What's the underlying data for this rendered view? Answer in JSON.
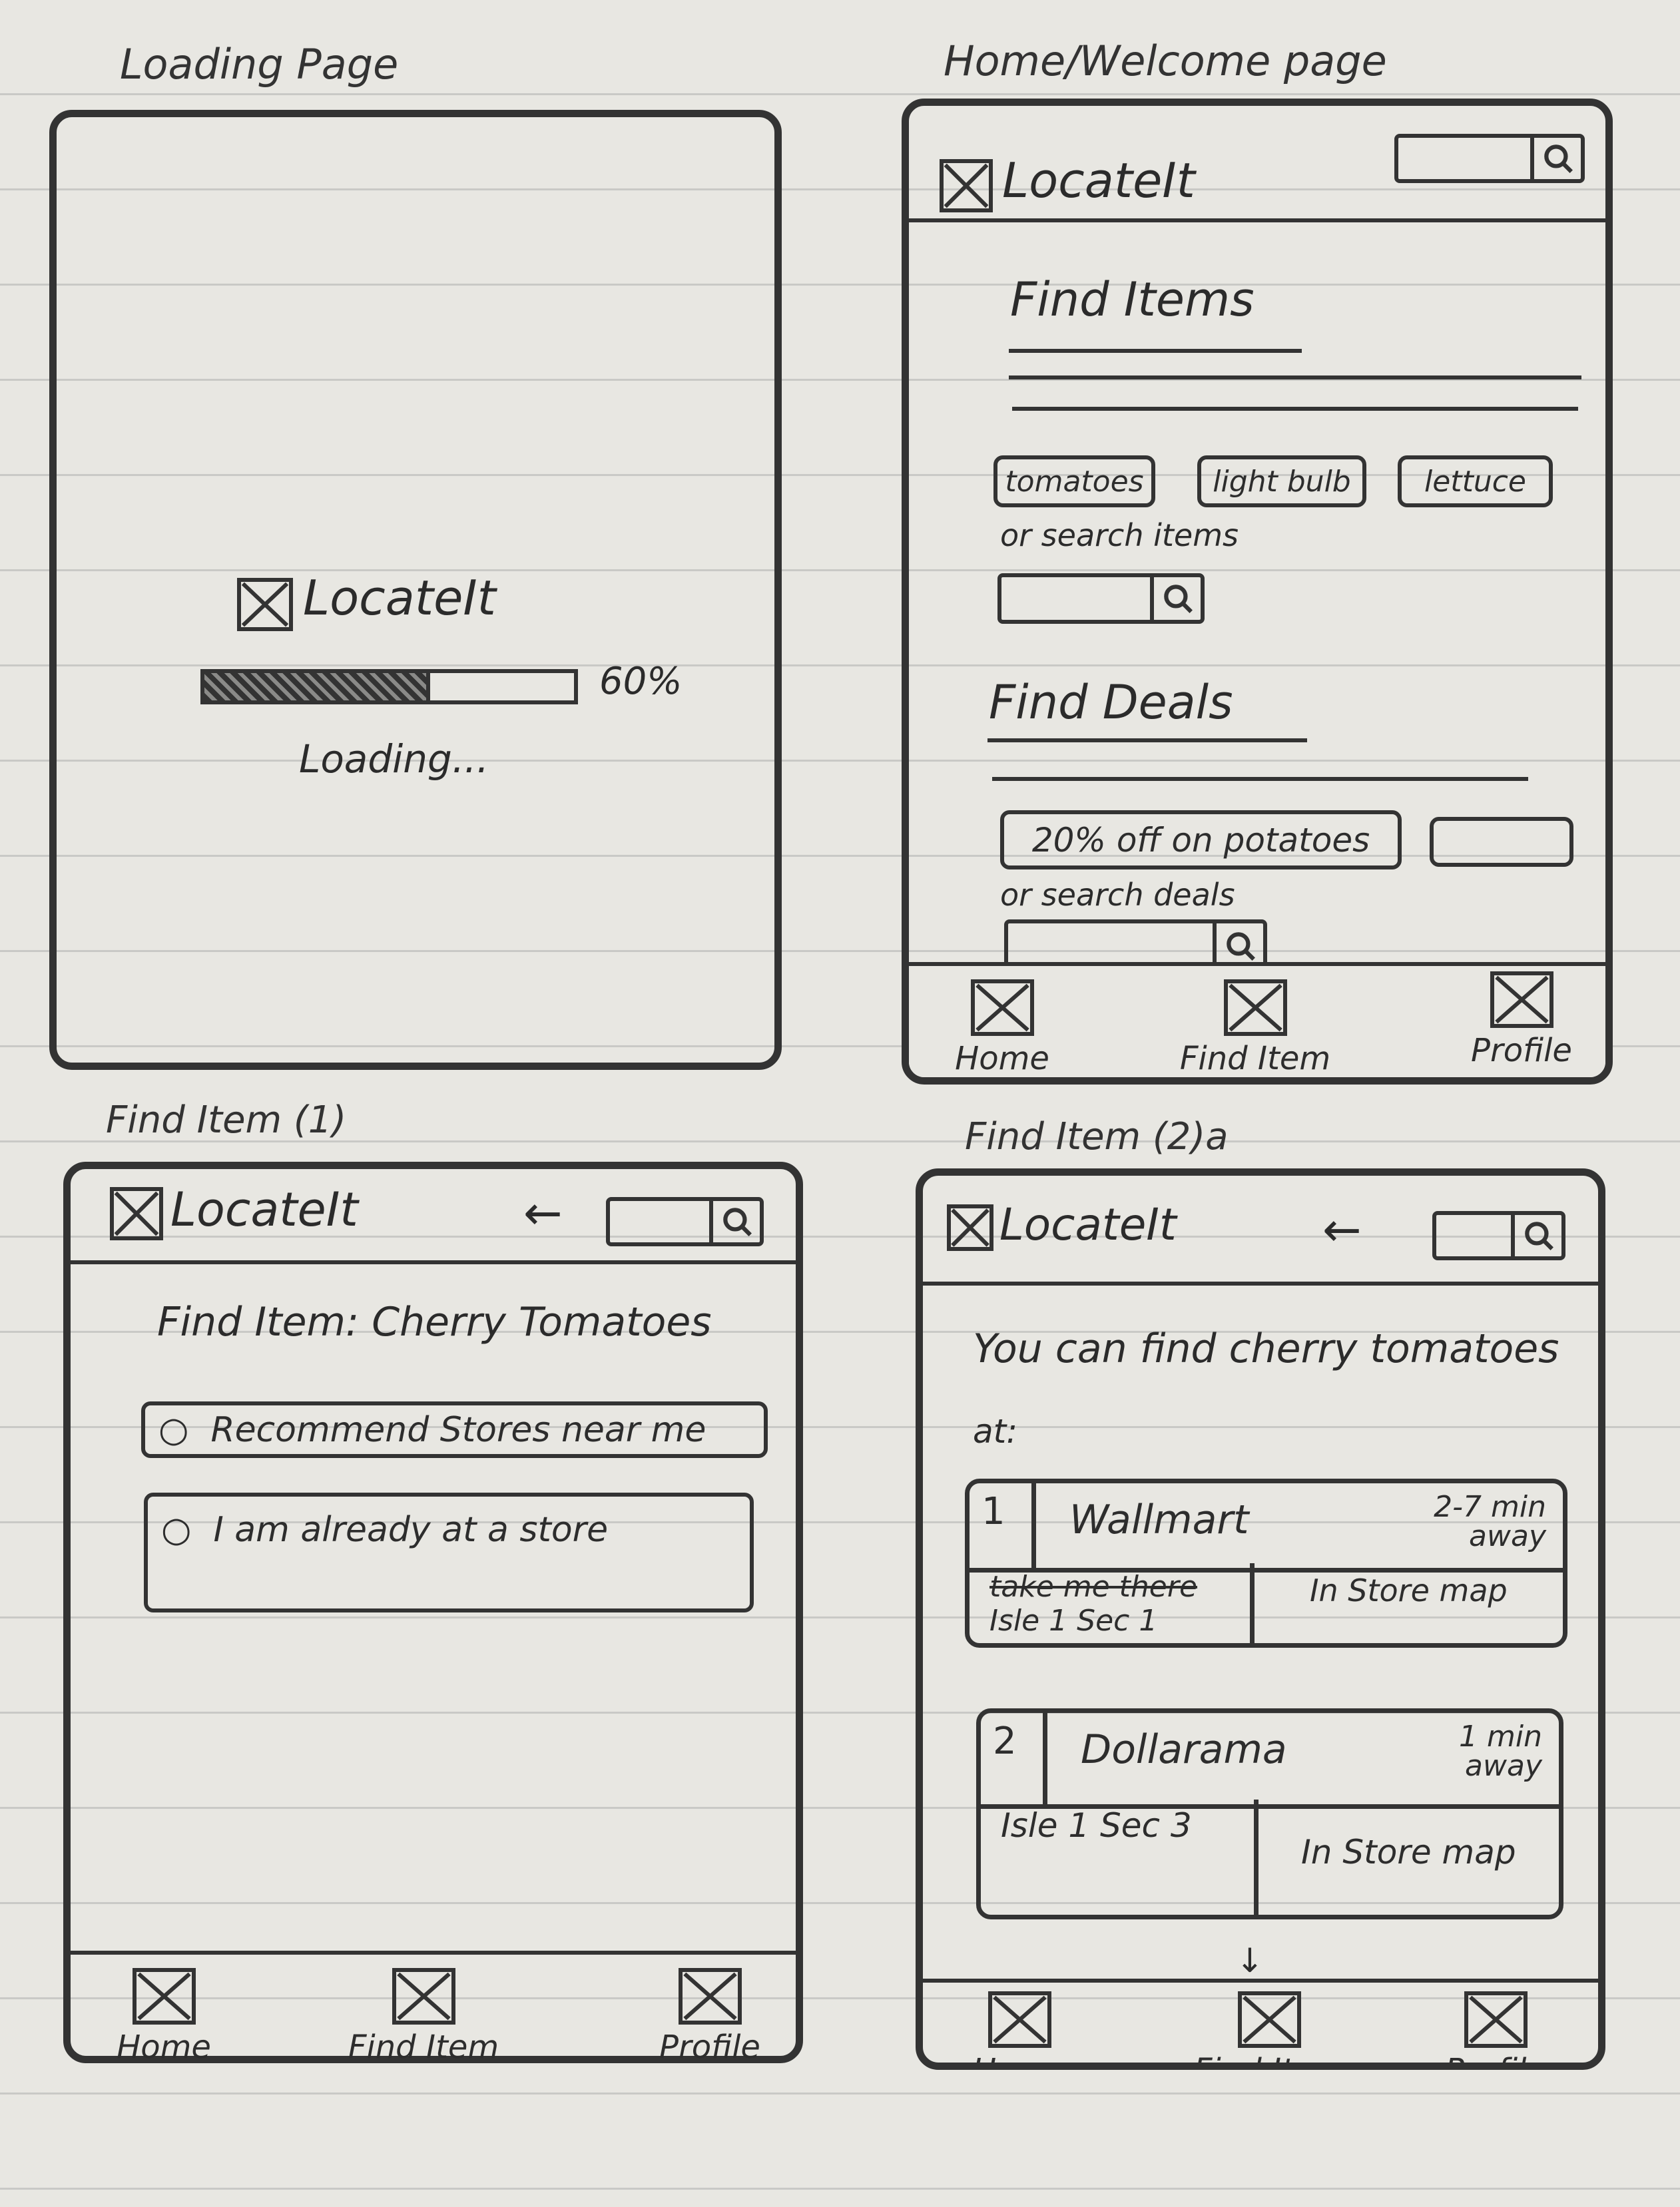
{
  "screens": {
    "loading": {
      "title": "Loading Page",
      "logo_text": "LocateIt",
      "progress_percent": 60,
      "progress_label": "60%",
      "status_text": "Loading..."
    },
    "home": {
      "title": "Home/Welcome page",
      "logo_text": "LocateIt",
      "find_items_heading": "Find Items",
      "item_chips": [
        "tomatoes",
        "light bulb",
        "lettuce"
      ],
      "search_items_label": "or search items",
      "find_deals_heading": "Find Deals",
      "deal_chip": "20% off on potatoes",
      "search_deals_label": "or search deals"
    },
    "find_item_1": {
      "title": "Find Item (1)",
      "logo_text": "LocateIt",
      "heading": "Find Item: Cherry Tomatoes",
      "options": [
        "Recommend Stores near me",
        "I am already at a store"
      ]
    },
    "find_item_2a": {
      "title": "Find Item (2)a",
      "logo_text": "LocateIt",
      "intro_line1": "You can find cherry tomatoes",
      "intro_line2": "at:",
      "results": [
        {
          "rank": "1",
          "store": "Wallmart",
          "distance": "2-7 min away",
          "struck_text": "take me there",
          "location": "Isle 1 Sec 1",
          "map_label": "In Store map"
        },
        {
          "rank": "2",
          "store": "Dollarama",
          "distance": "1 min away",
          "location": "Isle 1 Sec 3",
          "map_label": "In Store map"
        }
      ]
    }
  },
  "nav": {
    "home": "Home",
    "find_item": "Find Item",
    "profile": "Profile"
  },
  "icons": {
    "logo": "crossed-box-placeholder",
    "search": "search-icon",
    "back": "arrow-left-icon",
    "scroll": "arrow-down-icon"
  },
  "colors": {
    "ink": "#2d2d2d",
    "paper": "#e8e7e2"
  }
}
